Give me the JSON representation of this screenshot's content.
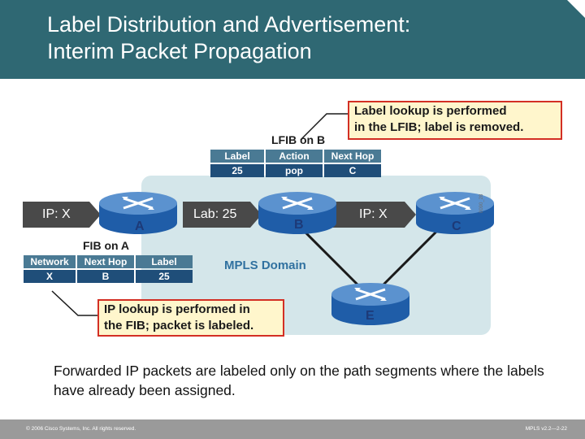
{
  "slide": {
    "title_line1": "Label Distribution and Advertisement:",
    "title_line2": "Interim Packet Propagation"
  },
  "routers": {
    "a": "A",
    "b": "B",
    "c": "C",
    "e": "E"
  },
  "packets": {
    "ingress": "IP: X",
    "ab_segment": "Lab: 25",
    "bc_segment": "IP: X"
  },
  "domain_label": "MPLS Domain",
  "lfib_b": {
    "caption": "LFIB on B",
    "headers": [
      "Label",
      "Action",
      "Next Hop"
    ],
    "row": [
      "25",
      "pop",
      "C"
    ]
  },
  "fib_a": {
    "caption": "FIB on A",
    "headers": [
      "Network",
      "Next Hop",
      "Label"
    ],
    "row": [
      "X",
      "B",
      "25"
    ]
  },
  "callouts": {
    "lfib_line1": "Label lookup is performed",
    "lfib_line2": "in the LFIB; label is removed.",
    "fib_line1": "IP lookup is performed in",
    "fib_line2": "the FIB; packet is labeled."
  },
  "image_id": "0090_28",
  "caption": "Forwarded IP packets are labeled only on the path segments where the labels have already been assigned.",
  "footer": {
    "copyright": "© 2006 Cisco Systems, Inc. All rights reserved.",
    "course": "MPLS v2.2—2-22"
  },
  "colors": {
    "header": "#2f6873",
    "router_body": "#1f5da8",
    "router_top": "#5b92cf",
    "domain": "#d4e6ea",
    "callout_border": "#d32f24",
    "callout_fill": "#fff6cc",
    "table_header": "#4a7a94",
    "table_cell": "#1f4e79"
  },
  "icons": {
    "router": "router-icon"
  }
}
